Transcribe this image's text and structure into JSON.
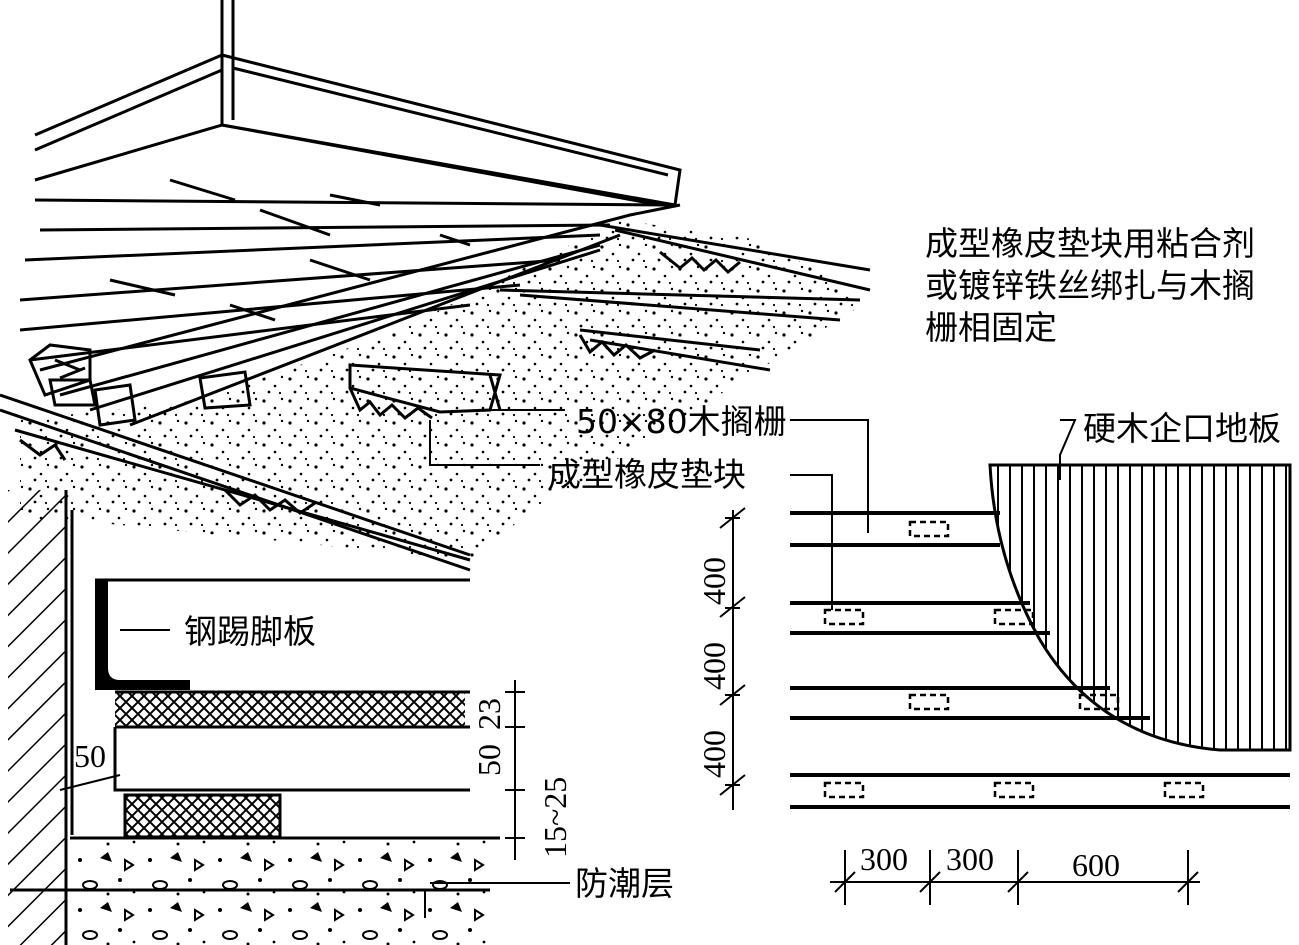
{
  "labels": {
    "note_line1": "成型橡皮垫块用粘合剂",
    "note_line2": "或镀锌铁丝绑扎与木搁",
    "note_line3": "栅相固定",
    "joist": "50×80木搁栅",
    "rubber_pad": "成型橡皮垫块",
    "hardwood_floor": "硬木企口地板",
    "steel_skirting": "钢踢脚板",
    "dampproof": "防潮层"
  },
  "section_dims": {
    "wall_offset": "50",
    "floor_thickness": "23",
    "joist_height": "50",
    "pad_height": "15~25"
  },
  "plan_dims": {
    "spacing_1": "400",
    "spacing_2": "400",
    "spacing_3": "400",
    "pad_1": "300",
    "pad_2": "300",
    "pad_3": "600"
  },
  "colors": {
    "ink": "#000000",
    "paper": "#ffffff"
  }
}
